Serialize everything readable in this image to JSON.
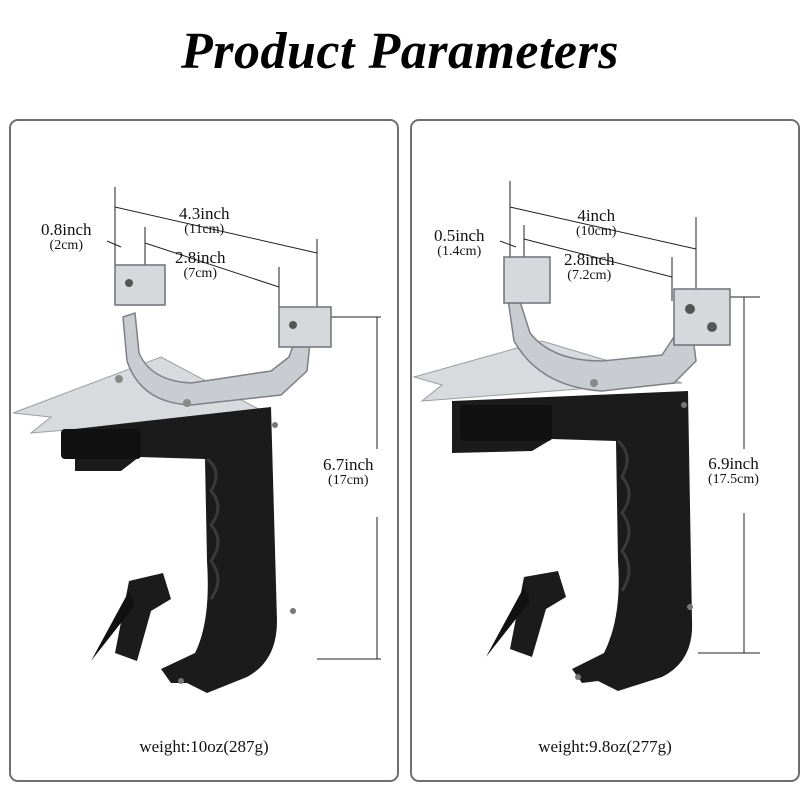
{
  "title": "Product Parameters",
  "products": [
    {
      "dims": {
        "band": {
          "big": "0.8inch",
          "small": "(2cm)"
        },
        "outer": {
          "big": "4.3inch",
          "small": "(11cm)"
        },
        "inner": {
          "big": "2.8inch",
          "small": "(7cm)"
        },
        "height": {
          "big": "6.7inch",
          "small": "(17cm)"
        }
      },
      "weight": "weight:10oz(287g)"
    },
    {
      "dims": {
        "band": {
          "big": "0.5inch",
          "small": "(1.4cm)"
        },
        "outer": {
          "big": "4inch",
          "small": "(10cm)"
        },
        "inner": {
          "big": "2.8inch",
          "small": "(7.2cm)"
        },
        "height": {
          "big": "6.9inch",
          "small": "(17.5cm)"
        }
      },
      "weight": "weight:9.8oz(277g)"
    }
  ],
  "colors": {
    "border": "#6f6f6f",
    "grip": "#1b1b1b",
    "metal": "#c9ccd0",
    "plate": "#d8dadd"
  }
}
